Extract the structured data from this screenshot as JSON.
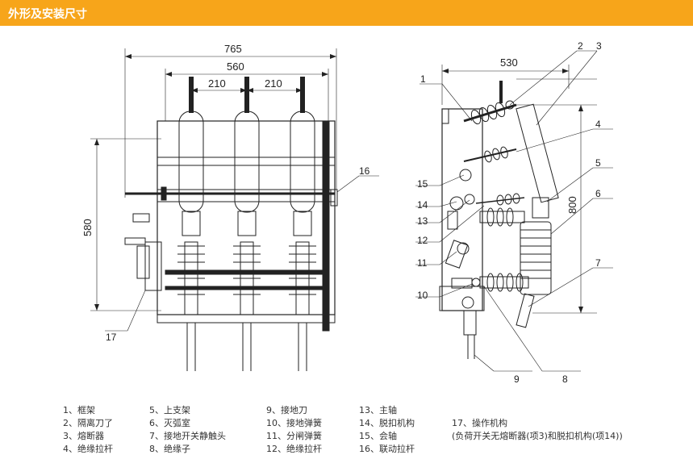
{
  "header": {
    "title": "外形及安装尺寸",
    "bg_color": "#F7A51A"
  },
  "dimensions": {
    "front_width_total": "765",
    "front_width_inner": "560",
    "phase_spacing_left": "210",
    "phase_spacing_right": "210",
    "front_height": "580",
    "side_depth": "530",
    "side_height": "800"
  },
  "callouts": [
    "1",
    "2",
    "3",
    "4",
    "5",
    "6",
    "7",
    "8",
    "9",
    "10",
    "11",
    "12",
    "13",
    "14",
    "15",
    "16",
    "17"
  ],
  "legend": [
    [
      "1、框架",
      "2、隔离刀了",
      "3、熔断器",
      "4、绝缘拉杆"
    ],
    [
      "5、上支架",
      "6、灭弧室",
      "7、接地开关静触头",
      "8、绝缘子"
    ],
    [
      "9、接地刀",
      "10、接地弹簧",
      "11、分闸弹簧",
      "12、绝缘拉杆"
    ],
    [
      "13、主轴",
      "14、脱扣机构",
      "15、会轴",
      "16、联动拉杆"
    ],
    [
      "17、操作机构",
      "(负荷开关无熔断器(项3)和脱扣机构(项14))"
    ]
  ]
}
